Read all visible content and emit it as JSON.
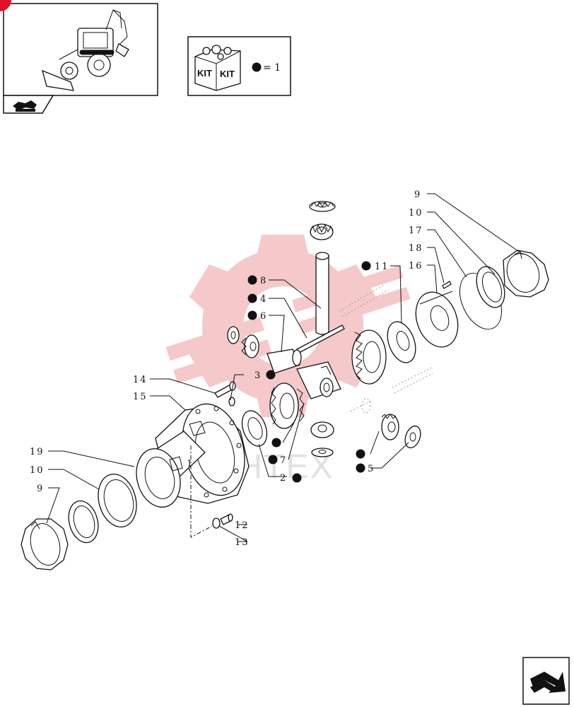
{
  "kit_legend": {
    "kit_label_left": "KIT",
    "kit_label_right": "KIT",
    "equals_text": "= 1"
  },
  "watermark": {
    "text": "ИНТЕХ"
  },
  "callouts": [
    {
      "id": "c9r",
      "label": "9",
      "kit": false
    },
    {
      "id": "c10r",
      "label": "10",
      "kit": false
    },
    {
      "id": "c17",
      "label": "17",
      "kit": false
    },
    {
      "id": "c18",
      "label": "18",
      "kit": false
    },
    {
      "id": "c16",
      "label": "16",
      "kit": false
    },
    {
      "id": "c11",
      "label": "11",
      "kit": true
    },
    {
      "id": "c8",
      "label": "8",
      "kit": true
    },
    {
      "id": "c4",
      "label": "4",
      "kit": true
    },
    {
      "id": "c6",
      "label": "6",
      "kit": true
    },
    {
      "id": "c3",
      "label": "3",
      "kit": true
    },
    {
      "id": "c14",
      "label": "14",
      "kit": false
    },
    {
      "id": "c15",
      "label": "15",
      "kit": false
    },
    {
      "id": "c19",
      "label": "19",
      "kit": false
    },
    {
      "id": "c10l",
      "label": "10",
      "kit": false
    },
    {
      "id": "c9l",
      "label": "9",
      "kit": false
    },
    {
      "id": "c1",
      "label": "1",
      "kit": false
    },
    {
      "id": "c7",
      "label": "7",
      "kit": true
    },
    {
      "id": "c2",
      "label": "2",
      "kit": true
    },
    {
      "id": "c12",
      "label": "12",
      "kit": false
    },
    {
      "id": "c13",
      "label": "13",
      "kit": false
    },
    {
      "id": "c5",
      "label": "5",
      "kit": true
    }
  ],
  "colors": {
    "ink": "#111111",
    "watermark_red": "#f2b8b8",
    "corner_badge": "#e0102a"
  },
  "icons": {
    "thumbnail": "backhoe-loader-icon",
    "group_tab": "axle-group-icon",
    "kit": "kit-box-icon",
    "next_page": "next-page-arrow-icon"
  }
}
